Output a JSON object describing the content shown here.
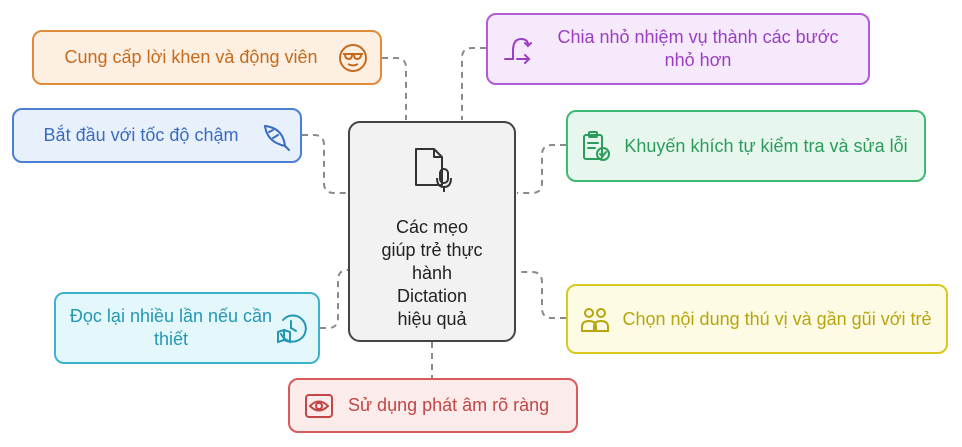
{
  "center": {
    "title_lines": [
      "Các mẹo",
      "giúp trẻ thực",
      "hành",
      "Dictation",
      "hiệu quả"
    ],
    "icon": "document-microphone-icon"
  },
  "tips": [
    {
      "id": "praise",
      "text": "Cung cấp lời khen và động viên",
      "icon": "sunglasses-face-icon",
      "color": "#e08a3c"
    },
    {
      "id": "slow",
      "text": "Bắt đầu với tốc độ chậm",
      "icon": "feather-icon",
      "color": "#4a7fd4"
    },
    {
      "id": "reread",
      "text": "Đọc lại nhiều lần nếu cần thiết",
      "icon": "clock-book-icon",
      "color": "#3cb4cf"
    },
    {
      "id": "pronounce",
      "text": "Sử dụng phát âm rõ ràng",
      "icon": "eye-scan-icon",
      "color": "#d85a5a"
    },
    {
      "id": "break-down",
      "text": "Chia nhỏ nhiệm vụ thành các bước nhỏ hơn",
      "icon": "stairs-path-icon",
      "color": "#b25bd8"
    },
    {
      "id": "self-check",
      "text": "Khuyến khích tự kiểm tra và sửa lỗi",
      "icon": "clipboard-check-icon",
      "color": "#3fb874"
    },
    {
      "id": "content",
      "text": "Chọn nội dung thú vị và gần gũi với trẻ",
      "icon": "people-icon",
      "color": "#d9c81e"
    }
  ]
}
